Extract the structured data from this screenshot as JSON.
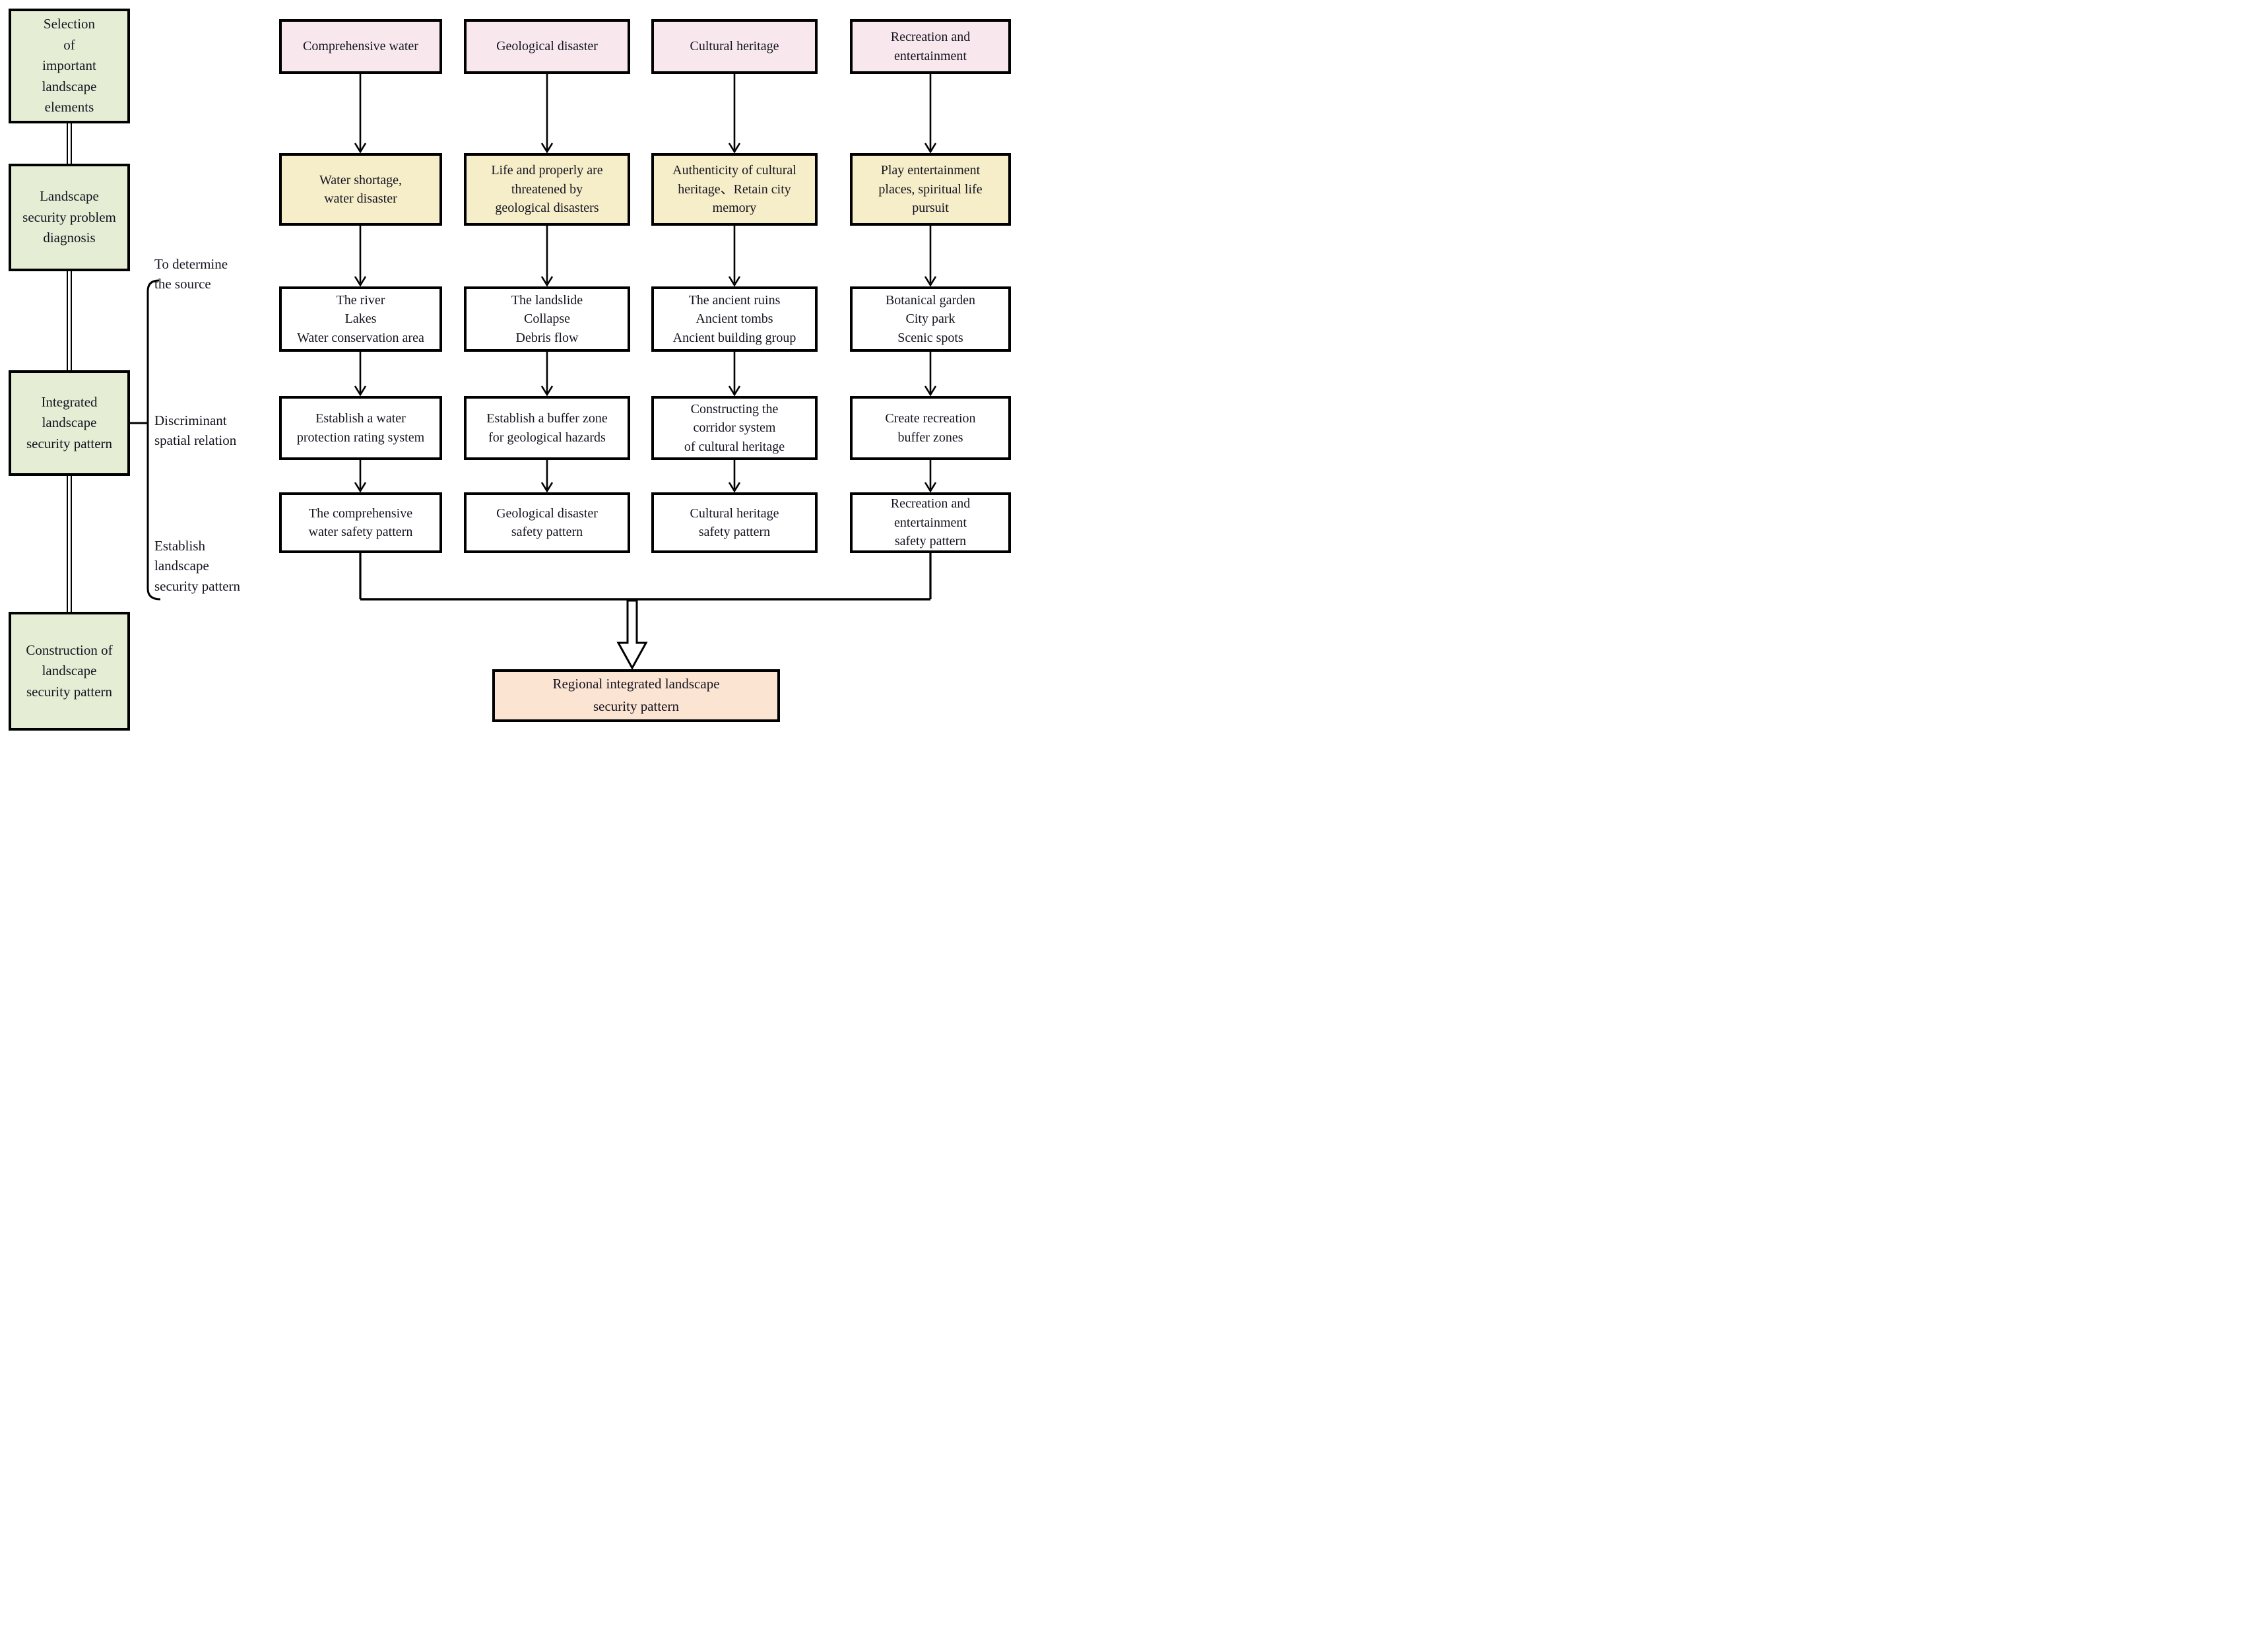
{
  "figure": {
    "title": "Landscape security pattern construction flowchart"
  },
  "left_column": {
    "stages": [
      {
        "text": "Selection\nof\nimportant\nlandscape\nelements"
      },
      {
        "text": "Landscape\nsecurity problem\ndiagnosis"
      },
      {
        "text": "Integrated\nlandscape\nsecurity pattern"
      },
      {
        "text": "Construction of\nlandscape\nsecurity pattern"
      }
    ]
  },
  "bracket_labels": [
    {
      "text": "To determine\nthe source"
    },
    {
      "text": "Discriminant\nspatial relation"
    },
    {
      "text": "Establish\nlandscape\nsecurity pattern"
    }
  ],
  "columns": [
    {
      "header": "Comprehensive water",
      "problem": "Water shortage,\nwater disaster",
      "elements": "The river\nLakes\nWater conservation area",
      "measure": "Establish a water\nprotection rating system",
      "pattern": "The comprehensive\nwater safety pattern"
    },
    {
      "header": "Geological disaster",
      "problem": "Life and properly are\nthreatened by\ngeological disasters",
      "elements": "The landslide\nCollapse\nDebris flow",
      "measure": "Establish a buffer zone\nfor geological hazards",
      "pattern": "Geological disaster\nsafety pattern"
    },
    {
      "header": "Cultural heritage",
      "problem": "Authenticity of cultural\nheritage、Retain city\nmemory",
      "elements": "The ancient ruins\nAncient tombs\nAncient building group",
      "measure": "Constructing the\ncorridor system\nof cultural heritage",
      "pattern": "Cultural heritage\nsafety pattern"
    },
    {
      "header": "Recreation and\nentertainment",
      "problem": "Play entertainment\nplaces, spiritual life\npursuit",
      "elements": "Botanical garden\nCity park\nScenic spots",
      "measure": "Create recreation\nbuffer zones",
      "pattern": "Recreation and\nentertainment\nsafety pattern"
    }
  ],
  "result": {
    "text": "Regional integrated landscape\nsecurity pattern"
  },
  "colors": {
    "stage_fill": "#e6edd5",
    "header_fill": "#f8e8ed",
    "problem_fill": "#f6edc9",
    "white_fill": "#ffffff",
    "result_fill": "#fce4d3",
    "line": "#000000",
    "text": "#14141f"
  }
}
